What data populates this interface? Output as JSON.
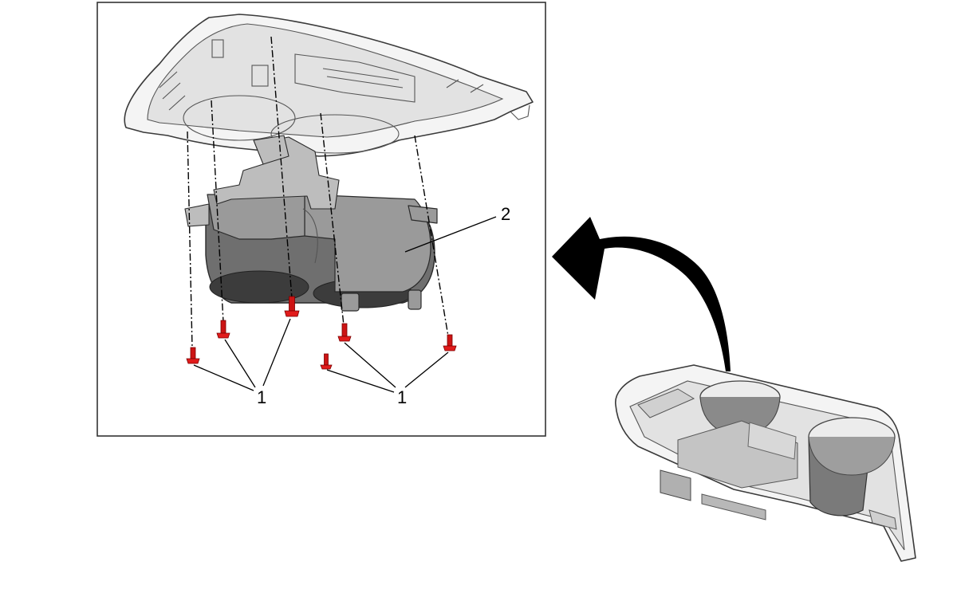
{
  "callouts": {
    "fastener_group_left": "1",
    "fastener_group_right": "1",
    "cup_holder": "2"
  },
  "colors": {
    "fastener": "#e11b1b",
    "cup_holder_body": "#7a7a7a",
    "bezel": "#f4f4f4",
    "frame": "#333333",
    "arrow": "#000000"
  },
  "icons": {
    "arrow": "curved-arrow-icon"
  }
}
